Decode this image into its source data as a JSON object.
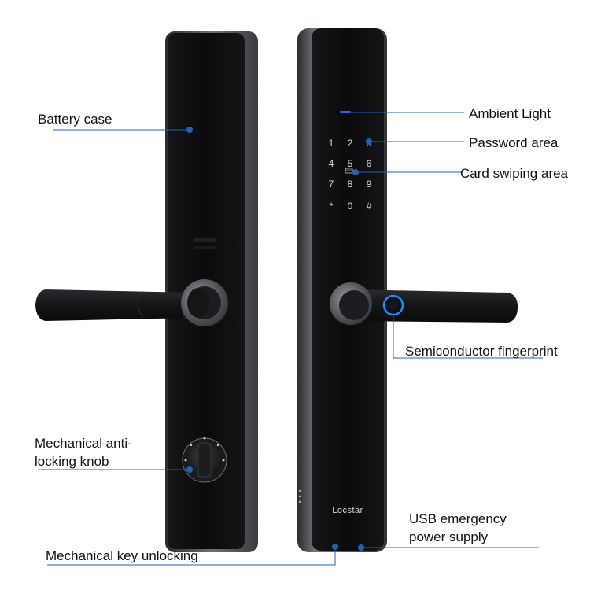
{
  "labels": {
    "battery_case": "Battery case",
    "ambient_light": "Ambient Light",
    "password_area": "Password area",
    "card_swiping_area": "Card swiping area",
    "semiconductor_fingerprint": "Semiconductor fingerprint",
    "knob_line1": "Mechanical anti-",
    "knob_line2": "locking knob",
    "usb_line1": "USB emergency",
    "usb_line2": "power supply",
    "mechanical_key": "Mechanical key unlocking"
  },
  "keypad": [
    "1",
    "2",
    "3",
    "4",
    "5",
    "6",
    "7",
    "8",
    "9",
    "*",
    "0",
    "#"
  ],
  "brand": "Locstar",
  "colors": {
    "leader_line": "#1f63b5",
    "panel": "#0d0e10",
    "panel_frame": "#5b5d62",
    "handle": "#18191b",
    "fingerprint_ring": "#1e8bff",
    "ambient_light": "#2a62ff"
  }
}
